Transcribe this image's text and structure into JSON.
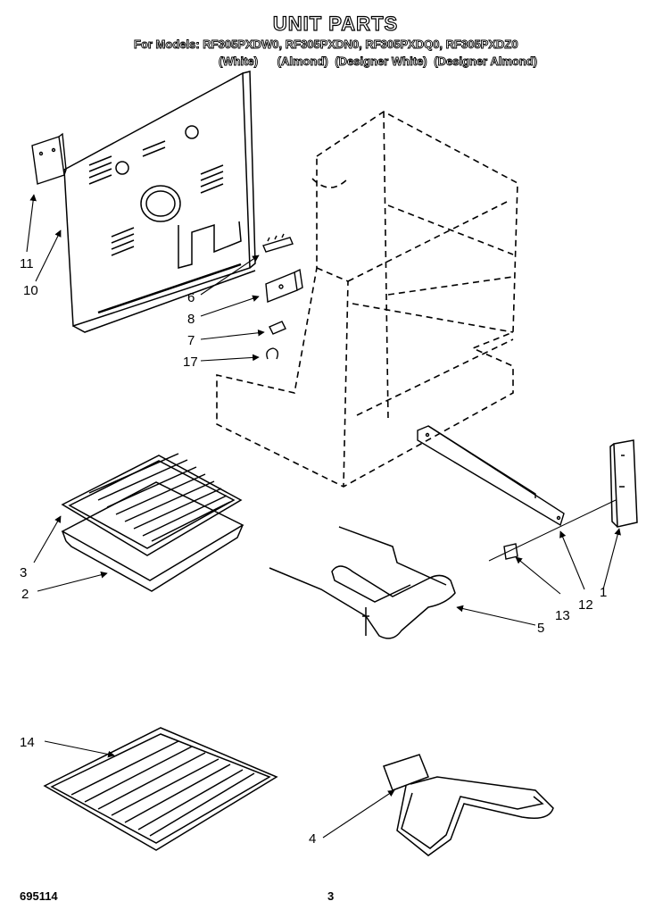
{
  "header": {
    "title": "UNIT PARTS",
    "models_line": "For Models: RF305PXDW0, RF305PXDN0, RF305PXDQ0, RF305PXDZ0",
    "colors": [
      "(White)",
      "(Almond)",
      "(Designer White)",
      "(Designer Almond)"
    ]
  },
  "callouts": [
    "1",
    "2",
    "3",
    "4",
    "5",
    "6",
    "7",
    "8",
    "10",
    "11",
    "12",
    "13",
    "14",
    "17"
  ],
  "footer": {
    "doc_number": "695114",
    "page_number": "3"
  }
}
